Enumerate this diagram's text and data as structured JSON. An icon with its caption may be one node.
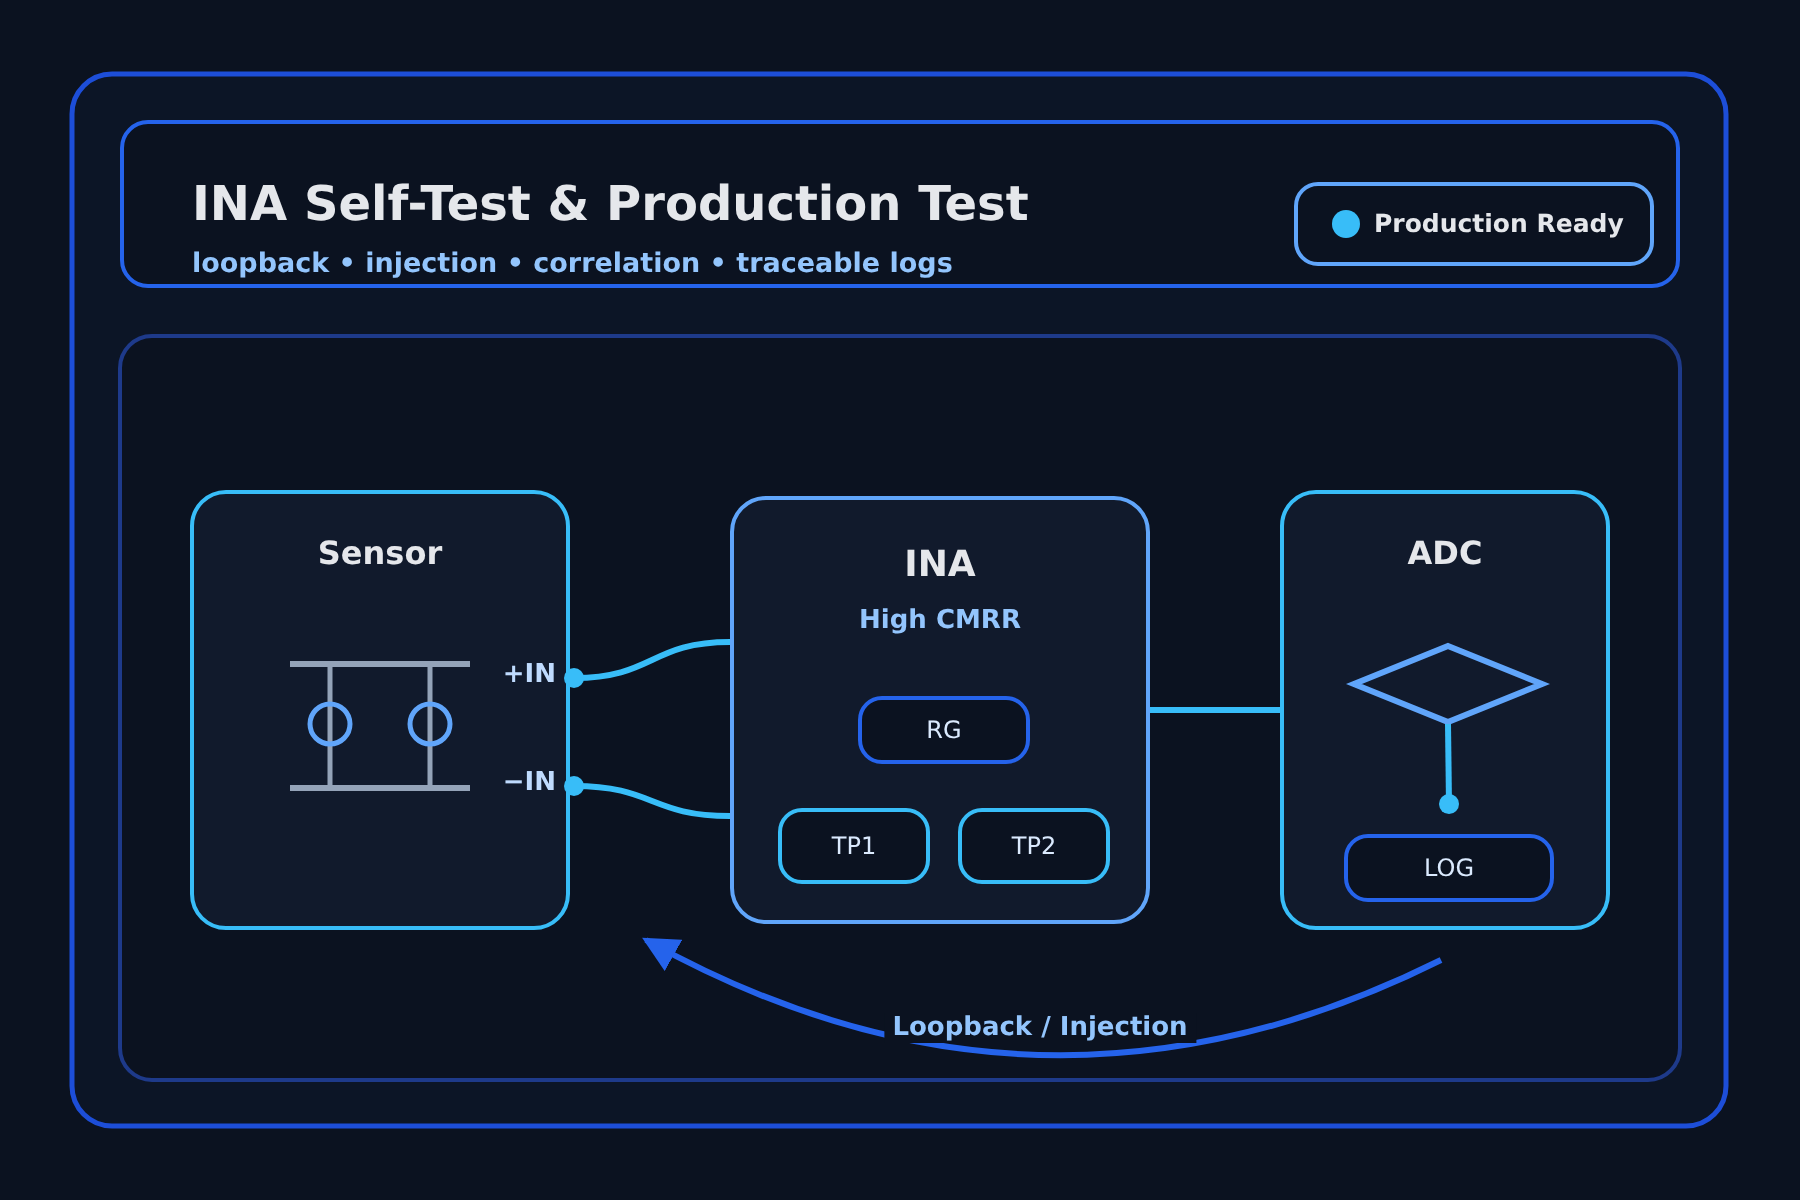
{
  "diagram": {
    "nodes": [
      {
        "text": [
          "INA Self-Test & Production Test",
          "loopback • injection • correlation • traceable logs"
        ]
      },
      {
        "text": [
          "Production Ready"
        ],
        "in": 0
      },
      {
        "text": [
          "Sensor"
        ]
      },
      {
        "text": [
          "+IN"
        ],
        "in": 2
      },
      {
        "text": [
          "−IN"
        ],
        "in": 2
      },
      {
        "text": [
          "INA",
          "High CMRR"
        ]
      },
      {
        "text": [
          "RG"
        ],
        "in": 5
      },
      {
        "text": [
          "TP1"
        ],
        "in": 5
      },
      {
        "text": [
          "TP2"
        ],
        "in": 5
      },
      {
        "text": [
          "ADC"
        ]
      },
      {
        "text": [],
        "shape": "diamond",
        "in": 9
      },
      {
        "text": [
          "LOG"
        ],
        "in": 9
      }
    ],
    "edges": [
      {
        "from": 3,
        "to": 5,
        "arrow": "other"
      },
      {
        "from": 4,
        "to": 5,
        "arrow": "other"
      },
      {
        "from": 5,
        "to": 9,
        "arrow": "none"
      },
      {
        "from": 11,
        "to": 10,
        "arrow": "other"
      },
      {
        "from": 9,
        "to": null,
        "arrow": "to",
        "label": "Loopback / Injection",
        "color": "#2563eb"
      }
    ]
  }
}
